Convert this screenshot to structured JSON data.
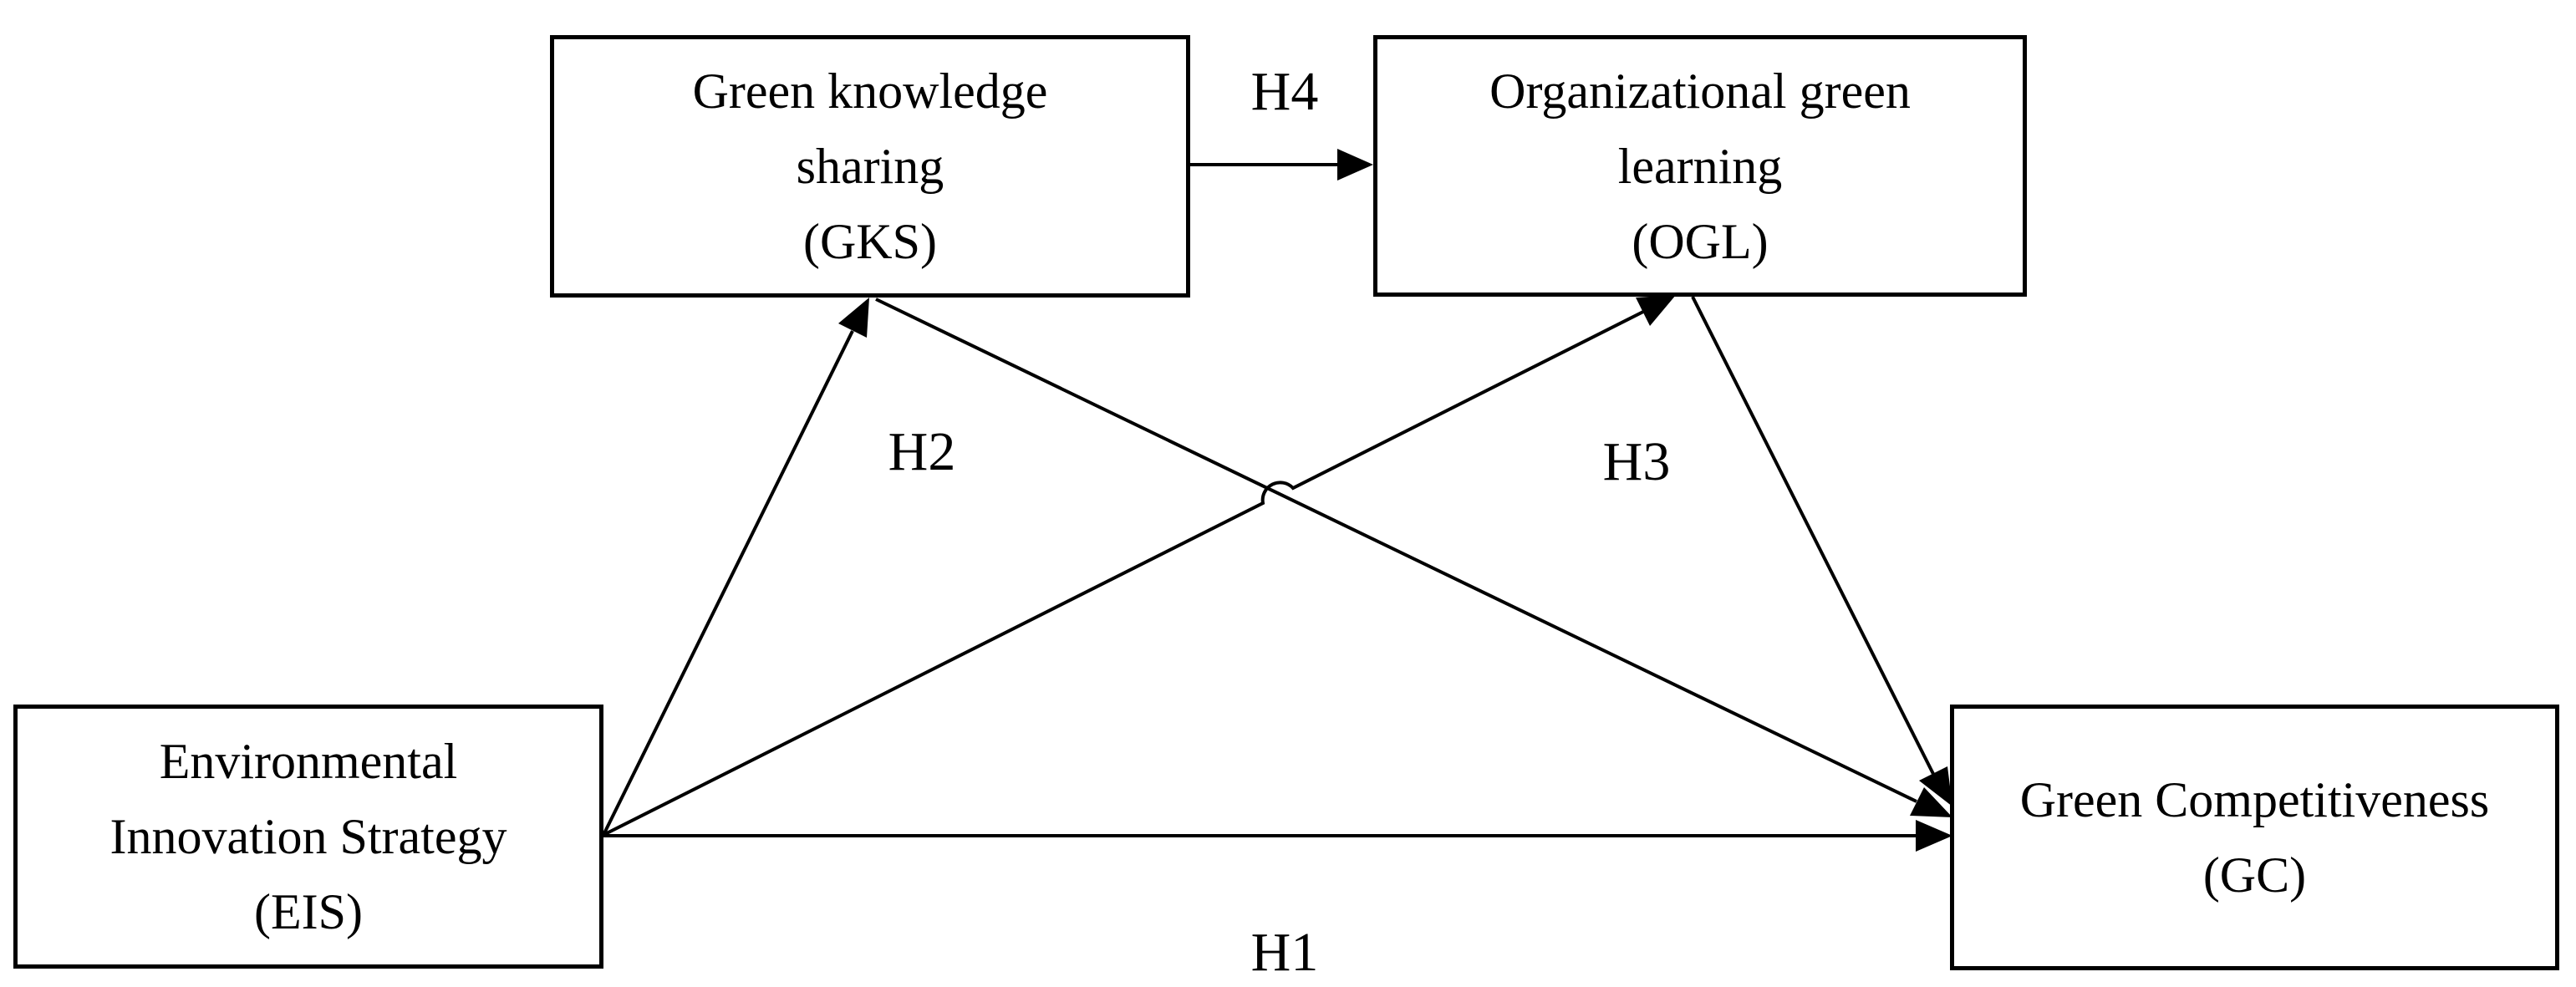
{
  "figure": {
    "background_color": "#ffffff",
    "stroke_color": "#000000",
    "nodes": {
      "gks": {
        "label": "Green knowledge\nsharing\n(GKS)"
      },
      "ogl": {
        "label": "Organizational green\nlearning\n(OGL)"
      },
      "eis": {
        "label": "Environmental\nInnovation Strategy\n(EIS)"
      },
      "gc": {
        "label": "Green Competitiveness\n(GC)"
      }
    },
    "hypothesis_labels": {
      "h1": "H1",
      "h2": "H2",
      "h3": "H3",
      "h4": "H4"
    },
    "arrows": [
      {
        "from": "EIS",
        "to": "GC",
        "label": "H1"
      },
      {
        "from": "EIS",
        "to": "GKS",
        "label": "H2"
      },
      {
        "from": "OGL",
        "to": "GC",
        "label": "H3"
      },
      {
        "from": "GKS",
        "to": "OGL",
        "label": "H4"
      },
      {
        "from": "EIS",
        "to": "OGL",
        "label": ""
      },
      {
        "from": "GKS",
        "to": "GC",
        "label": ""
      }
    ],
    "crossing_note": "EIS-to-OGL line jumps over GKS-to-GC line with a semicircular hop"
  }
}
